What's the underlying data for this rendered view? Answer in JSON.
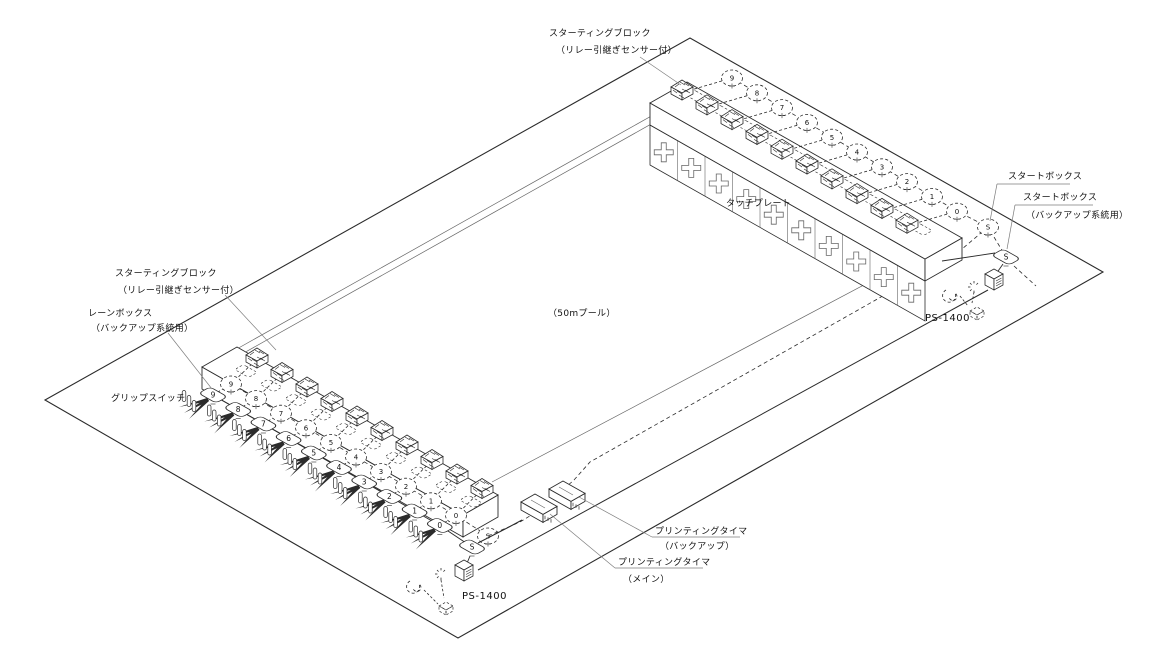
{
  "colors": {
    "background": "#ffffff",
    "line": "#2b2b2b",
    "thin": "#666666",
    "leader": "#7d7d7d",
    "text": "#111111",
    "fill": "#ffffff"
  },
  "lanes": {
    "count": 10,
    "numbers": [
      "9",
      "8",
      "7",
      "6",
      "5",
      "4",
      "3",
      "2",
      "1",
      "0"
    ],
    "start_symbol": "S"
  },
  "labels": [
    {
      "id": "starting_block_top",
      "lines": [
        "スターティングブロック",
        "（リレー引継ぎセンサー付）"
      ]
    },
    {
      "id": "start_box",
      "lines": [
        "スタートボックス"
      ]
    },
    {
      "id": "start_box_backup",
      "lines": [
        "スタートボックス",
        "（バックアップ系統用）"
      ]
    },
    {
      "id": "touch_plate",
      "lines": [
        "タッチプレート"
      ]
    },
    {
      "id": "pool",
      "lines": [
        "（50mプール）"
      ]
    },
    {
      "id": "ps1400_right",
      "lines": [
        "PS-1400"
      ]
    },
    {
      "id": "starting_block_left",
      "lines": [
        "スターティングブロック",
        "（リレー引継ぎセンサー付）"
      ]
    },
    {
      "id": "lane_box",
      "lines": [
        "レーンボックス",
        "（バックアップ系統用）"
      ]
    },
    {
      "id": "grip_switch",
      "lines": [
        "グリップスイッチ"
      ]
    },
    {
      "id": "printing_timer_backup",
      "lines": [
        "プリンティングタイマ",
        "（バックアップ）"
      ]
    },
    {
      "id": "printing_timer_main",
      "lines": [
        "プリンティングタイマ",
        "（メイン）"
      ]
    },
    {
      "id": "ps1400_bottom",
      "lines": [
        "PS-1400"
      ]
    }
  ]
}
